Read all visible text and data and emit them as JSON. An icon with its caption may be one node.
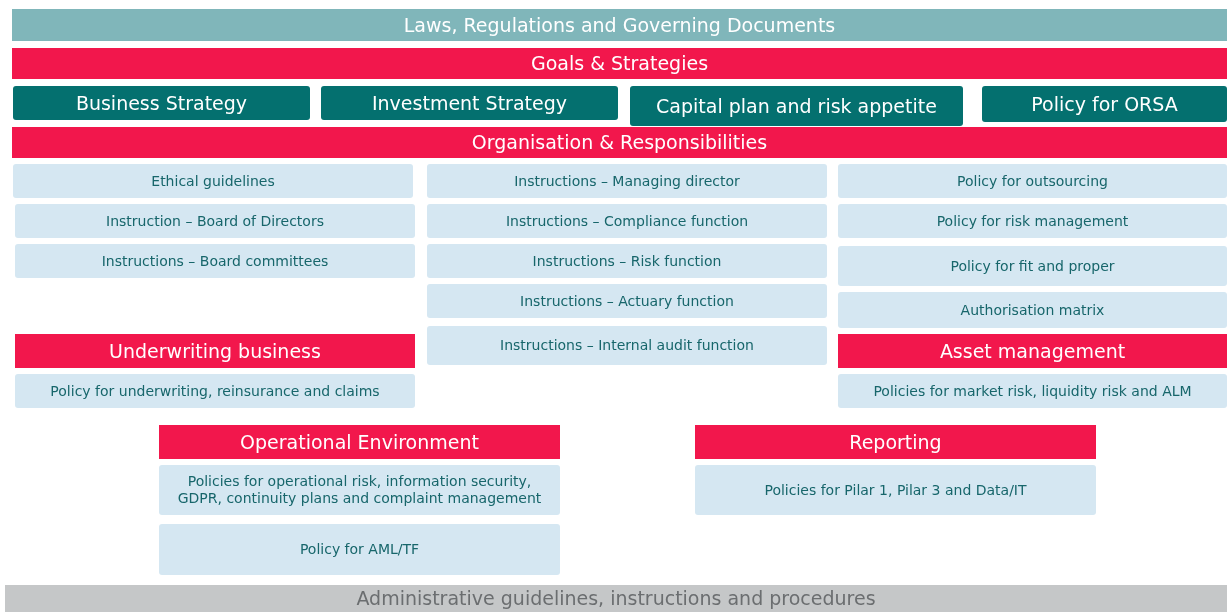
{
  "diagram": {
    "nodes": [
      {
        "text": [
          "Laws, Regulations and Governing Documents"
        ]
      },
      {
        "text": [
          "Goals & Strategies"
        ]
      },
      {
        "text": [
          "Business Strategy"
        ]
      },
      {
        "text": [
          "Investment Strategy"
        ]
      },
      {
        "text": [
          "Capital plan and risk appetite"
        ]
      },
      {
        "text": [
          "Policy for ORSA"
        ]
      },
      {
        "text": [
          "Organisation & Responsibilities"
        ]
      },
      {
        "text": [
          "Ethical guidelines"
        ]
      },
      {
        "text": [
          "Instruction – Board of Directors"
        ]
      },
      {
        "text": [
          "Instructions – Board committees"
        ]
      },
      {
        "text": [
          "Instructions – Managing director"
        ]
      },
      {
        "text": [
          "Instructions – Compliance function"
        ]
      },
      {
        "text": [
          "Instructions – Risk function"
        ]
      },
      {
        "text": [
          "Instructions – Actuary function"
        ]
      },
      {
        "text": [
          "Instructions – Internal audit function"
        ]
      },
      {
        "text": [
          "Policy for outsourcing"
        ]
      },
      {
        "text": [
          "Policy for risk management"
        ]
      },
      {
        "text": [
          "Policy for fit and proper"
        ]
      },
      {
        "text": [
          "Authorisation matrix"
        ]
      },
      {
        "text": [
          "Underwriting business"
        ]
      },
      {
        "text": [
          "Policy for underwriting, reinsurance and claims"
        ]
      },
      {
        "text": [
          "Asset management"
        ]
      },
      {
        "text": [
          "Policies for market risk, liquidity risk and ALM"
        ]
      },
      {
        "text": [
          "Operational Environment"
        ]
      },
      {
        "text": [
          "Policies for operational risk, information security, GDPR, continuity plans and complaint management"
        ]
      },
      {
        "text": [
          "Policy for AML/TF"
        ]
      },
      {
        "text": [
          "Reporting"
        ]
      },
      {
        "text": [
          "Policies for Pilar 1, Pilar 3 and Data/IT"
        ]
      },
      {
        "text": [
          "Administrative guidelines, instructions and procedures"
        ]
      }
    ],
    "edges": []
  }
}
